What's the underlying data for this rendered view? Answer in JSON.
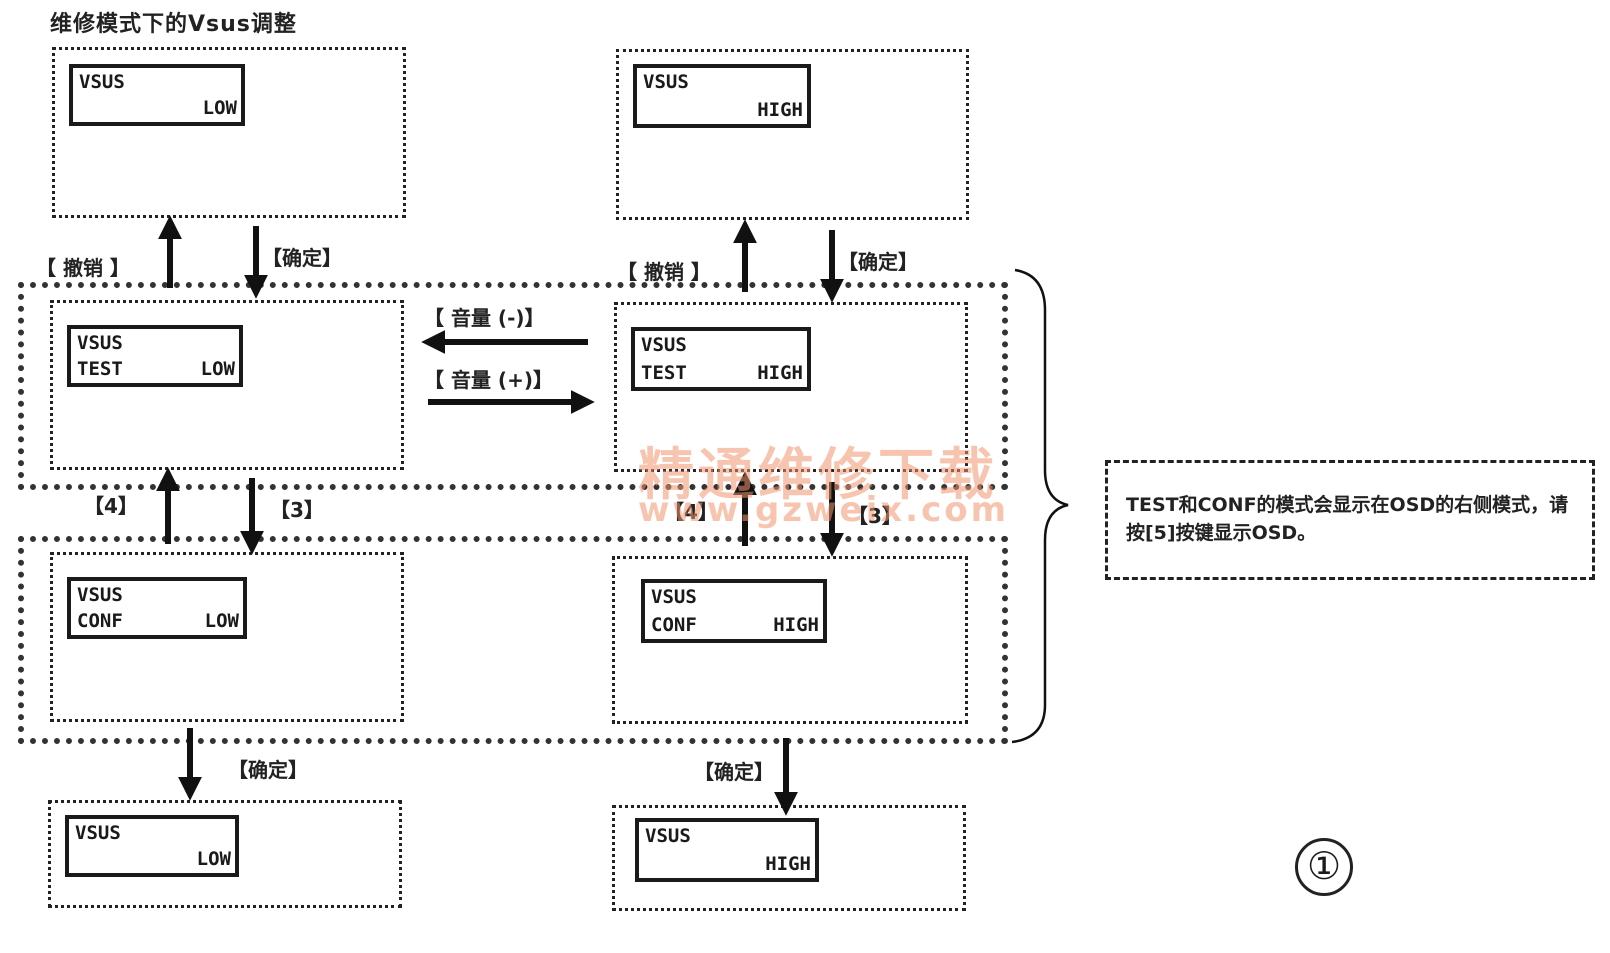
{
  "title": "维修模式下的Vsus调整",
  "screens": {
    "top_left": {
      "line1": "VSUS",
      "line2": "",
      "value": "LOW"
    },
    "top_right": {
      "line1": "VSUS",
      "line2": "",
      "value": "HIGH"
    },
    "test_left": {
      "line1": "VSUS",
      "line2": "TEST",
      "value": "LOW"
    },
    "test_right": {
      "line1": "VSUS",
      "line2": "TEST",
      "value": "HIGH"
    },
    "conf_left": {
      "line1": "VSUS",
      "line2": "CONF",
      "value": "LOW"
    },
    "conf_right": {
      "line1": "VSUS",
      "line2": "CONF",
      "value": "HIGH"
    },
    "bottom_left": {
      "line1": "VSUS",
      "line2": "",
      "value": "LOW"
    },
    "bottom_right": {
      "line1": "VSUS",
      "line2": "",
      "value": "HIGH"
    }
  },
  "labels": {
    "cancel_left": "【 撤销 】",
    "confirm_left": "【确定】",
    "cancel_right": "【 撤销 】",
    "confirm_right": "【确定】",
    "switch_minus": "【 音量 (-)】",
    "switch_plus": "【 音量 (+)】",
    "key4_left": "【4】",
    "key3_left": "【3】",
    "key4_right": "【4】",
    "key3_right": "【3】",
    "confirm_bottom_left": "【确定】",
    "confirm_bottom_right": "【确定】"
  },
  "note": "TEST和CONF的模式会显示在OSD的右侧模式，请按[5]按键显示OSD。",
  "figure_number": "①",
  "watermark": {
    "line1": "精通维修下载",
    "line2": "www.gzweix.com"
  }
}
